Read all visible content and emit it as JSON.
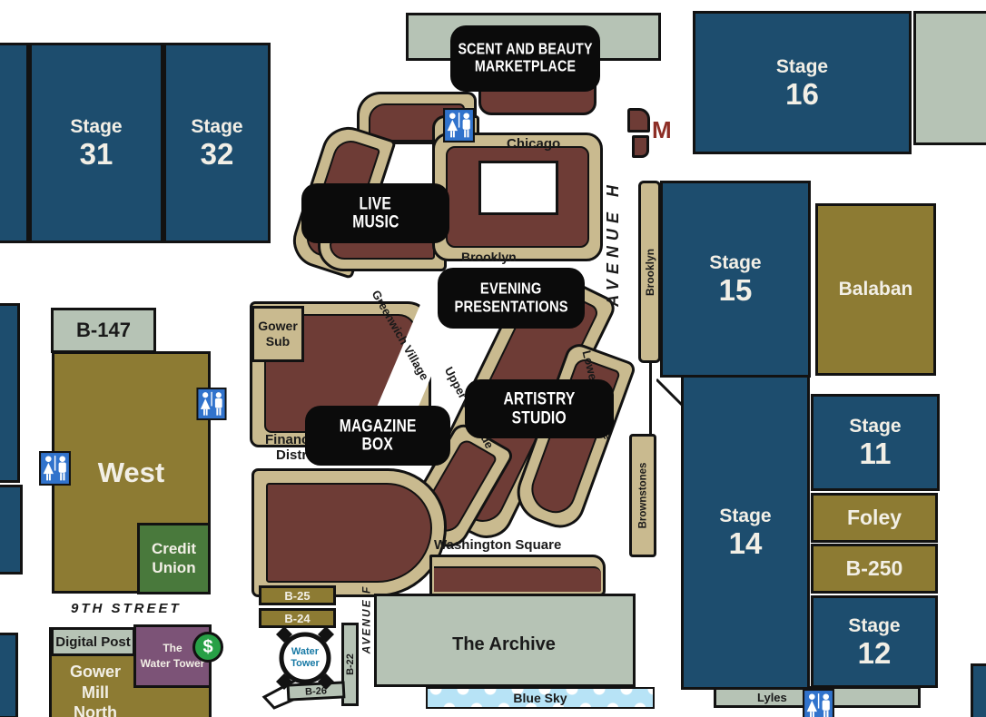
{
  "palette": {
    "stage_blue": "#1d4d6e",
    "olive": "#8d7b33",
    "sage": "#b6c3b5",
    "tan": "#c9ba8f",
    "maroon": "#6e3c36",
    "purple": "#7c5377",
    "credit_green": "#49793c",
    "restroom_blue": "#3173cc",
    "sky_blue": "#b7e3f6",
    "metro_red": "#8d2e26",
    "dollar_green": "#27a046",
    "water_text_teal": "#1779a5",
    "label_bg": "#0b0b0b"
  },
  "stages": {
    "s31": {
      "word": "Stage",
      "num": "31"
    },
    "s32": {
      "word": "Stage",
      "num": "32"
    },
    "s16": {
      "word": "Stage",
      "num": "16"
    },
    "s15": {
      "word": "Stage",
      "num": "15"
    },
    "s14": {
      "word": "Stage",
      "num": "14"
    },
    "s11": {
      "word": "Stage",
      "num": "11"
    },
    "s12": {
      "word": "Stage",
      "num": "12"
    }
  },
  "buildings": {
    "balaban": "Balaban",
    "foley": "Foley",
    "b250": "B-250",
    "b147": "B-147",
    "west": "West",
    "credit_union": {
      "line1": "Credit",
      "line2": "Union"
    },
    "gower_sub": {
      "line1": "Gower",
      "line2": "Sub"
    },
    "digital_post": "Digital Post",
    "gower_mill": {
      "line1": "Gower",
      "line2": "Mill",
      "line3": "North"
    },
    "water_tower_bldg": {
      "line1": "The",
      "line2": "Water Tower"
    },
    "archive": "The Archive",
    "financial": {
      "line1": "Financial",
      "line2": "District"
    },
    "b25": "B-25",
    "b24": "B-24",
    "b22": "B-22",
    "b26": "B-26",
    "lyles": "Lyles",
    "brownstones": "Brownstones",
    "blue_sky": "Blue Sky"
  },
  "streets": {
    "chicago": "Chicago",
    "brooklyn": "Brooklyn",
    "brooklyn_strip": "Brooklyn",
    "avenue_h": "AVENUE H",
    "avenue_f": "AVENUE F",
    "ninth": "9TH STREET",
    "greenwich": "Greenwich Village",
    "upper_east": "Upper East Side",
    "lower_east": "Lower East Side",
    "washington": "Washington Square"
  },
  "event_labels": {
    "scent": {
      "line1": "SCENT AND BEAUTY",
      "line2": "MARKETPLACE"
    },
    "live": {
      "line1": "LIVE",
      "line2": "MUSIC"
    },
    "evening": {
      "line1": "EVENING",
      "line2": "PRESENTATIONS"
    },
    "artistry": {
      "line1": "ARTISTRY",
      "line2": "STUDIO"
    },
    "magazine": {
      "line1": "MAGAZINE",
      "line2": "BOX"
    }
  },
  "icons": {
    "metro": "M",
    "dollar": "$",
    "water_tower": {
      "line1": "Water",
      "line2": "Tower"
    }
  }
}
